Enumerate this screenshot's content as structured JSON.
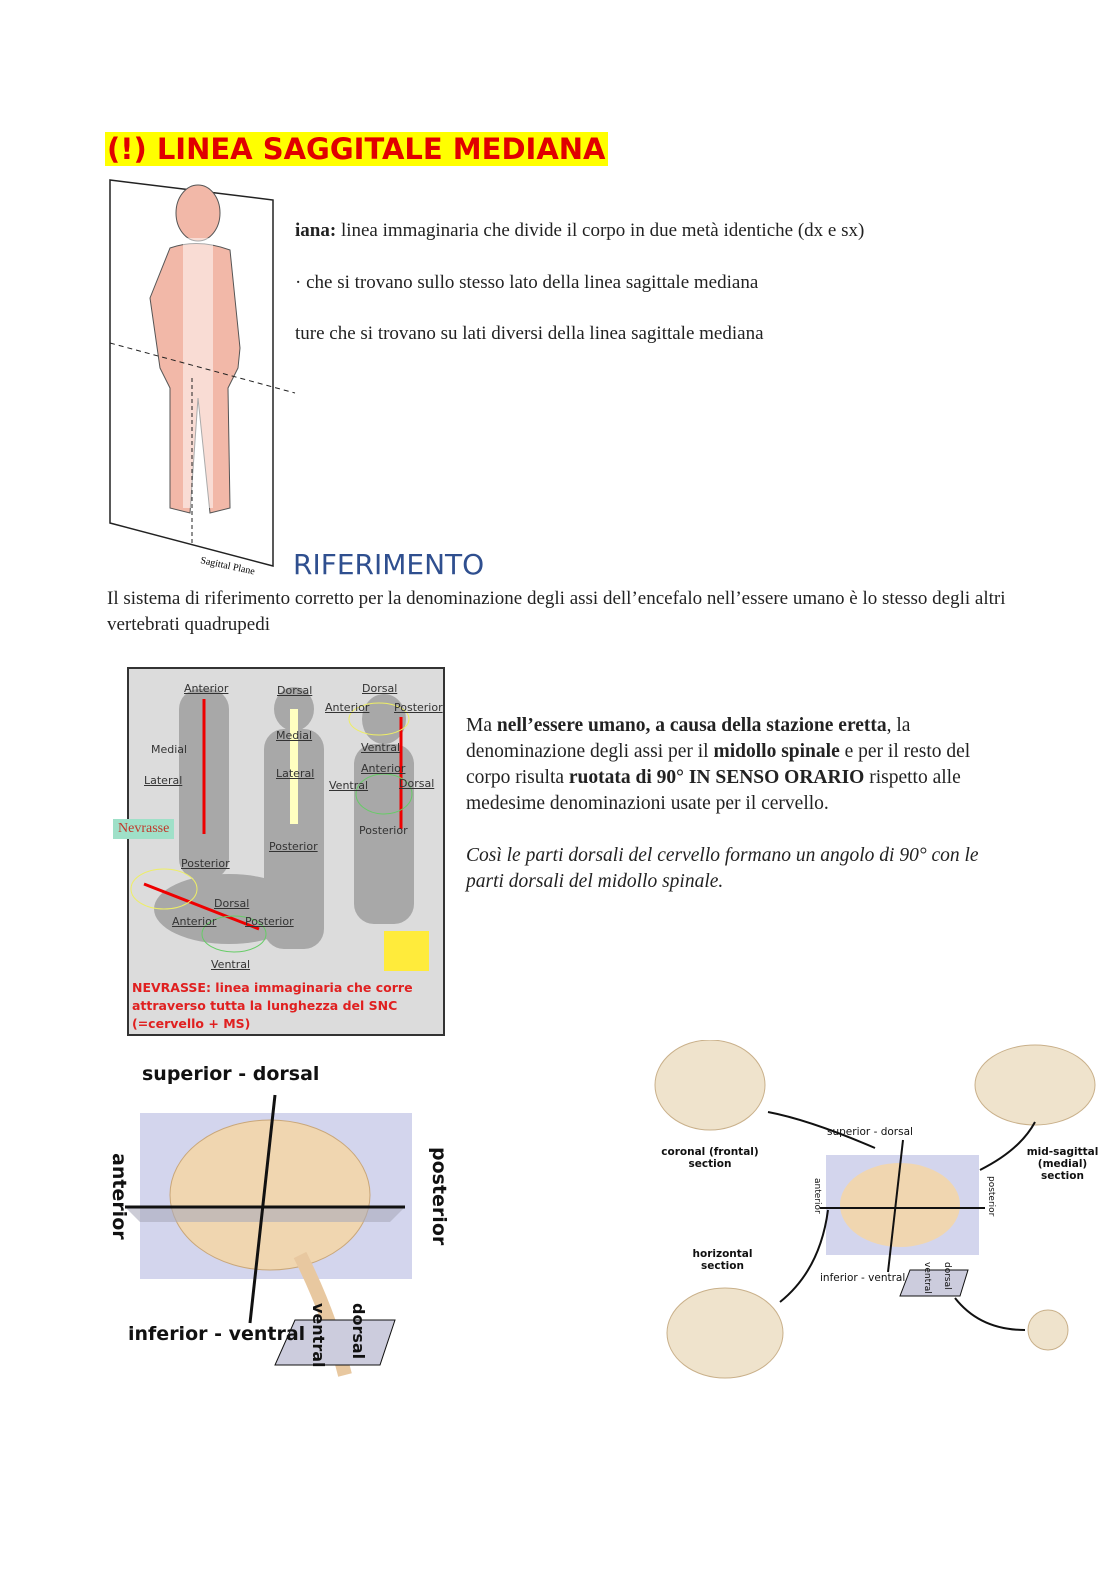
{
  "title": "(!) LINEA SAGGITALE MEDIANA",
  "definitions": [
    {
      "bold": "iana:",
      "text": " linea immaginaria che divide il corpo in due metà identiche (dx e sx)"
    },
    {
      "text": "· che si trovano sullo stesso lato della linea sagittale mediana"
    },
    {
      "text": "ture che si trovano su lati diversi della linea sagittale mediana"
    }
  ],
  "figure1": {
    "plane_label": "Sagittal Plane"
  },
  "section_heading": "RIFERIMENTO",
  "intro": "Il sistema di riferimento corretto per la denominazione degli assi dell’encefalo nell’essere umano è lo stesso degli altri vertebrati quadrupedi",
  "figure2": {
    "labels": [
      "Anterior",
      "Posterior",
      "Medial",
      "Lateral",
      "Dorsal",
      "Medial",
      "Lateral",
      "Posterior",
      "Dorsal",
      "Anterior",
      "Posterior",
      "Ventral",
      "Anterior",
      "Ventral",
      "Dorsal",
      "Posterior",
      "Dorsal",
      "Anterior",
      "Posterior",
      "Ventral"
    ],
    "nevrasse_tag": "Nevrasse",
    "caption": "NEVRASSE: linea immaginaria che corre attraverso tutta la lunghezza del SNC (=cervello + MS)"
  },
  "right_text": {
    "p1": [
      {
        "t": "Ma "
      },
      {
        "b": "nell’essere umano, a causa della stazione eretta"
      },
      {
        "t": ", la denominazione degli assi per il "
      },
      {
        "b": "midollo spinale"
      },
      {
        "t": " e per il resto del corpo risulta "
      },
      {
        "b": "ruotata di 90° IN SENSO ORARIO"
      },
      {
        "t": " rispetto alle medesime denominazioni usate per il cervello."
      }
    ],
    "p2": "Così le parti dorsali del cervello formano un angolo di 90° con le parti dorsali del midollo spinale."
  },
  "figure3": {
    "superior": "superior - dorsal",
    "inferior": "inferior - ventral",
    "anterior": "anterior",
    "posterior": "posterior",
    "ventral": "ventral",
    "dorsal": "dorsal"
  },
  "figure4": {
    "coronal": "coronal (frontal) section",
    "midsagittal": "mid-sagittal (medial) section",
    "horizontal": "horizontal section",
    "superior": "superior - dorsal",
    "inferior": "inferior - ventral",
    "anterior": "anterior",
    "posterior": "posterior",
    "ventral": "ventral",
    "dorsal": "dorsal"
  }
}
